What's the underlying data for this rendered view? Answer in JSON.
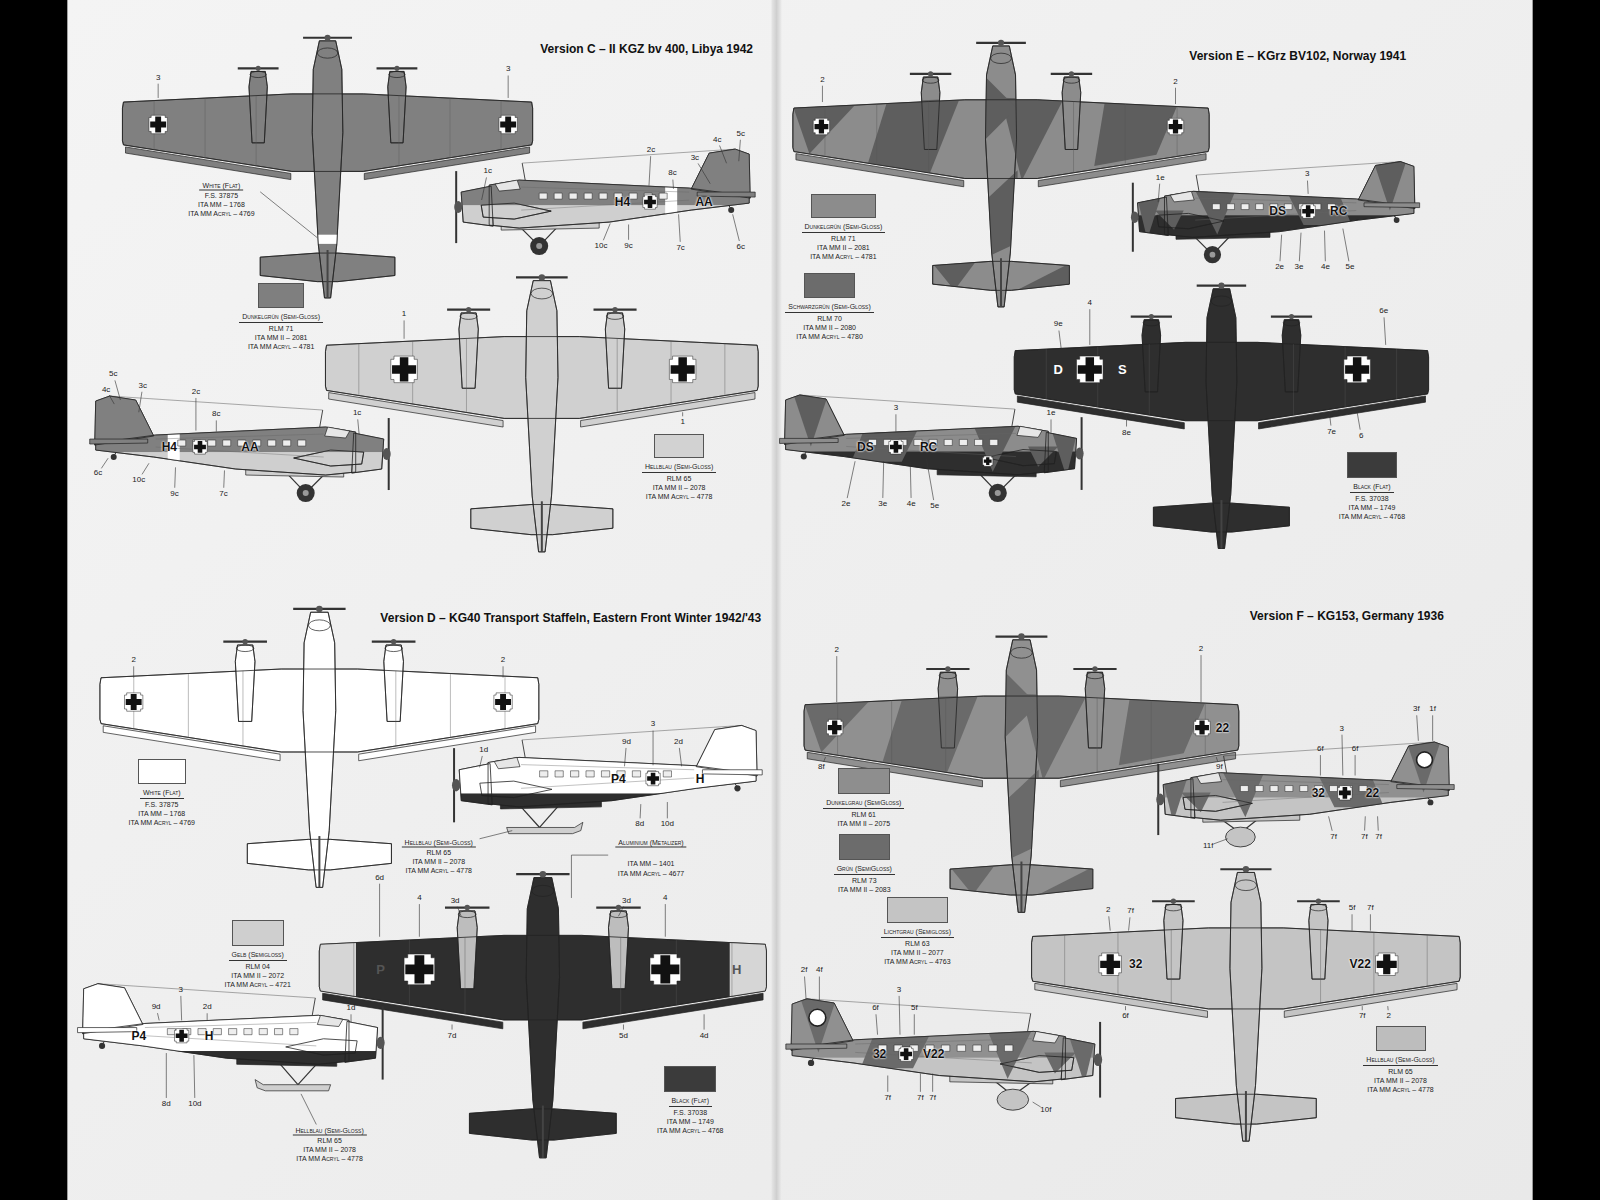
{
  "diagram": {
    "nodes": [
      {
        "text": [
          "Dunkelgrün (Semi-Gloss)",
          "RLM 71",
          "ITA MM II – 2081",
          "ITA MM Acryl – 4781"
        ]
      },
      {
        "text": [
          "Hellblau (Semi-Gloss)",
          "RLM 65",
          "ITA MM II – 2078",
          "ITA MM Acryl – 4778"
        ]
      },
      {
        "text": [
          "Dunkelgrün (Semi-Gloss)",
          "RLM 71",
          "ITA MM II – 2081",
          "ITA MM Acryl – 4781"
        ]
      },
      {
        "text": [
          "Schwarzgrün (Semi-Gloss)",
          "RLM 70",
          "ITA MM II – 2080",
          "ITA MM Acryl – 4780"
        ]
      },
      {
        "text": [
          "Black (Flat)",
          "F.S. 37038",
          "ITA MM – 1749",
          "ITA MM Acryl – 4768"
        ]
      },
      {
        "text": [
          "White (Flat)",
          "F.S. 37875",
          "ITA MM – 1768",
          "ITA MM Acryl – 4769"
        ]
      },
      {
        "text": [
          "Gelb (Semigloss)",
          "RLM 04",
          "ITA MM II – 2072",
          "ITA MM Acryl – 4721"
        ]
      },
      {
        "text": [
          "Black (Flat)",
          "F.S. 37038",
          "ITA MM – 1749",
          "ITA MM Acryl – 4768"
        ]
      },
      {
        "text": [
          "Dunkelgrau (SemiGloss)",
          "RLM 61",
          "ITA MM II – 2075"
        ]
      },
      {
        "text": [
          "Grün (SemiGloss)",
          "RLM 73",
          "ITA MM II – 2083"
        ]
      },
      {
        "text": [
          "Lichtgrau (Semigloss)",
          "RLM 63",
          "ITA MM II – 2077",
          "ITA MM Acryl – 4763"
        ]
      },
      {
        "text": [
          "Hellblau (Semi-Gloss)",
          "RLM 65",
          "ITA MM II – 2078",
          "ITA MM Acryl – 4778"
        ]
      }
    ],
    "labels": [
      "Version C – II KGZ bv 400, Libya 1942",
      "3",
      "3",
      "White (Flat)",
      "F.S. 37875",
      "ITA MM – 1768",
      "ITA MM Acryl – 4769",
      "1c",
      "2c",
      "3c",
      "4c",
      "5c",
      "8c",
      "H4",
      "AA",
      "10c",
      "9c",
      "7c",
      "6c",
      "1",
      "1",
      "5c",
      "4c",
      "3c",
      "2c",
      "8c",
      "1c",
      "H4",
      "AA",
      "6c",
      "10c",
      "9c",
      "7c",
      "Version E – KGrz BV102, Norway 1941",
      "2",
      "2",
      "1e",
      "3",
      "DS",
      "RC",
      "2e",
      "3e",
      "4e",
      "5e",
      "9e",
      "4",
      "6e",
      "D",
      "S",
      "8e",
      "7e",
      "6",
      "3",
      "1e",
      "DS",
      "RC",
      "2e",
      "3e",
      "4e",
      "5e",
      "Version D – KG40 Transport Staffeln, Eastern Front Winter 1942/'43",
      "2",
      "2",
      "1d",
      "3",
      "9d",
      "2d",
      "P4",
      "H",
      "8d",
      "10d",
      "Hellblau (Semi-Gloss)",
      "RLM 65",
      "ITA MM II – 2078",
      "ITA MM Acryl – 4778",
      "Aluminium (Metalizer)",
      "ITA MM – 1401",
      "ITA MM Acryl – 4677",
      "6d",
      "4",
      "3d",
      "3d",
      "4",
      "P",
      "H",
      "7d",
      "5d",
      "4d",
      "9d",
      "3",
      "2d",
      "1d",
      "P4",
      "H",
      "8d",
      "10d",
      "Hellblau (Semi-Gloss)",
      "RLM 65",
      "ITA MM II – 2078",
      "ITA MM Acryl – 4778",
      "Version F – KG153, Germany 1936",
      "2",
      "2",
      "22",
      "8f",
      "9f",
      "3f",
      "1f",
      "3",
      "6f",
      "6f",
      "32",
      "22",
      "11f",
      "7f",
      "7f",
      "7f",
      "2",
      "7f",
      "5f",
      "7f",
      "32",
      "V22",
      "6f",
      "7f",
      "2",
      "2f",
      "4f",
      "3",
      "6f",
      "5f",
      "32",
      "V22",
      "7f",
      "7f",
      "7f",
      "10f"
    ]
  }
}
